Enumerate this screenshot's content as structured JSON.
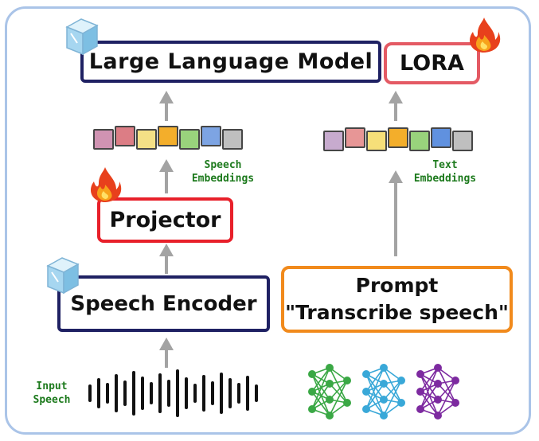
{
  "boxes": {
    "llm": "Large Language Model",
    "lora": "LORA",
    "projector": "Projector",
    "encoder": "Speech Encoder",
    "prompt_title": "Prompt",
    "prompt_text": "\"Transcribe speech\""
  },
  "labels": {
    "speech_emb_1": "Speech",
    "speech_emb_2": "Embeddings",
    "text_emb_1": "Text",
    "text_emb_2": "Embeddings",
    "input_1": "Input",
    "input_2": "Speech"
  },
  "colors": {
    "frame": "#aac4e8",
    "llm_border": "#1f2163",
    "lora_border": "#e45a64",
    "projector_border": "#e8202a",
    "prompt_border": "#f18a1c",
    "label_green": "#1d7a1d",
    "arrow": "#a3a3a3"
  },
  "tokens": {
    "speech": [
      "#cc88aa",
      "#d96f78",
      "#f3dd79",
      "#f2a615",
      "#8ecf6e",
      "#6f9be0",
      "#b9b9b9"
    ],
    "text": [
      "#c2a2c9",
      "#e58b8b",
      "#f6dc6b",
      "#f2a615",
      "#8ecf6e",
      "#4f86dc",
      "#b9b9b9"
    ]
  },
  "icons": {
    "frozen": "ice-cube-icon",
    "trainable": "flame-icon",
    "waveform": "waveform-icon",
    "networks": "neural-network-icon"
  },
  "networks": [
    "#3aa845",
    "#39a8d8",
    "#7d2aa0"
  ]
}
